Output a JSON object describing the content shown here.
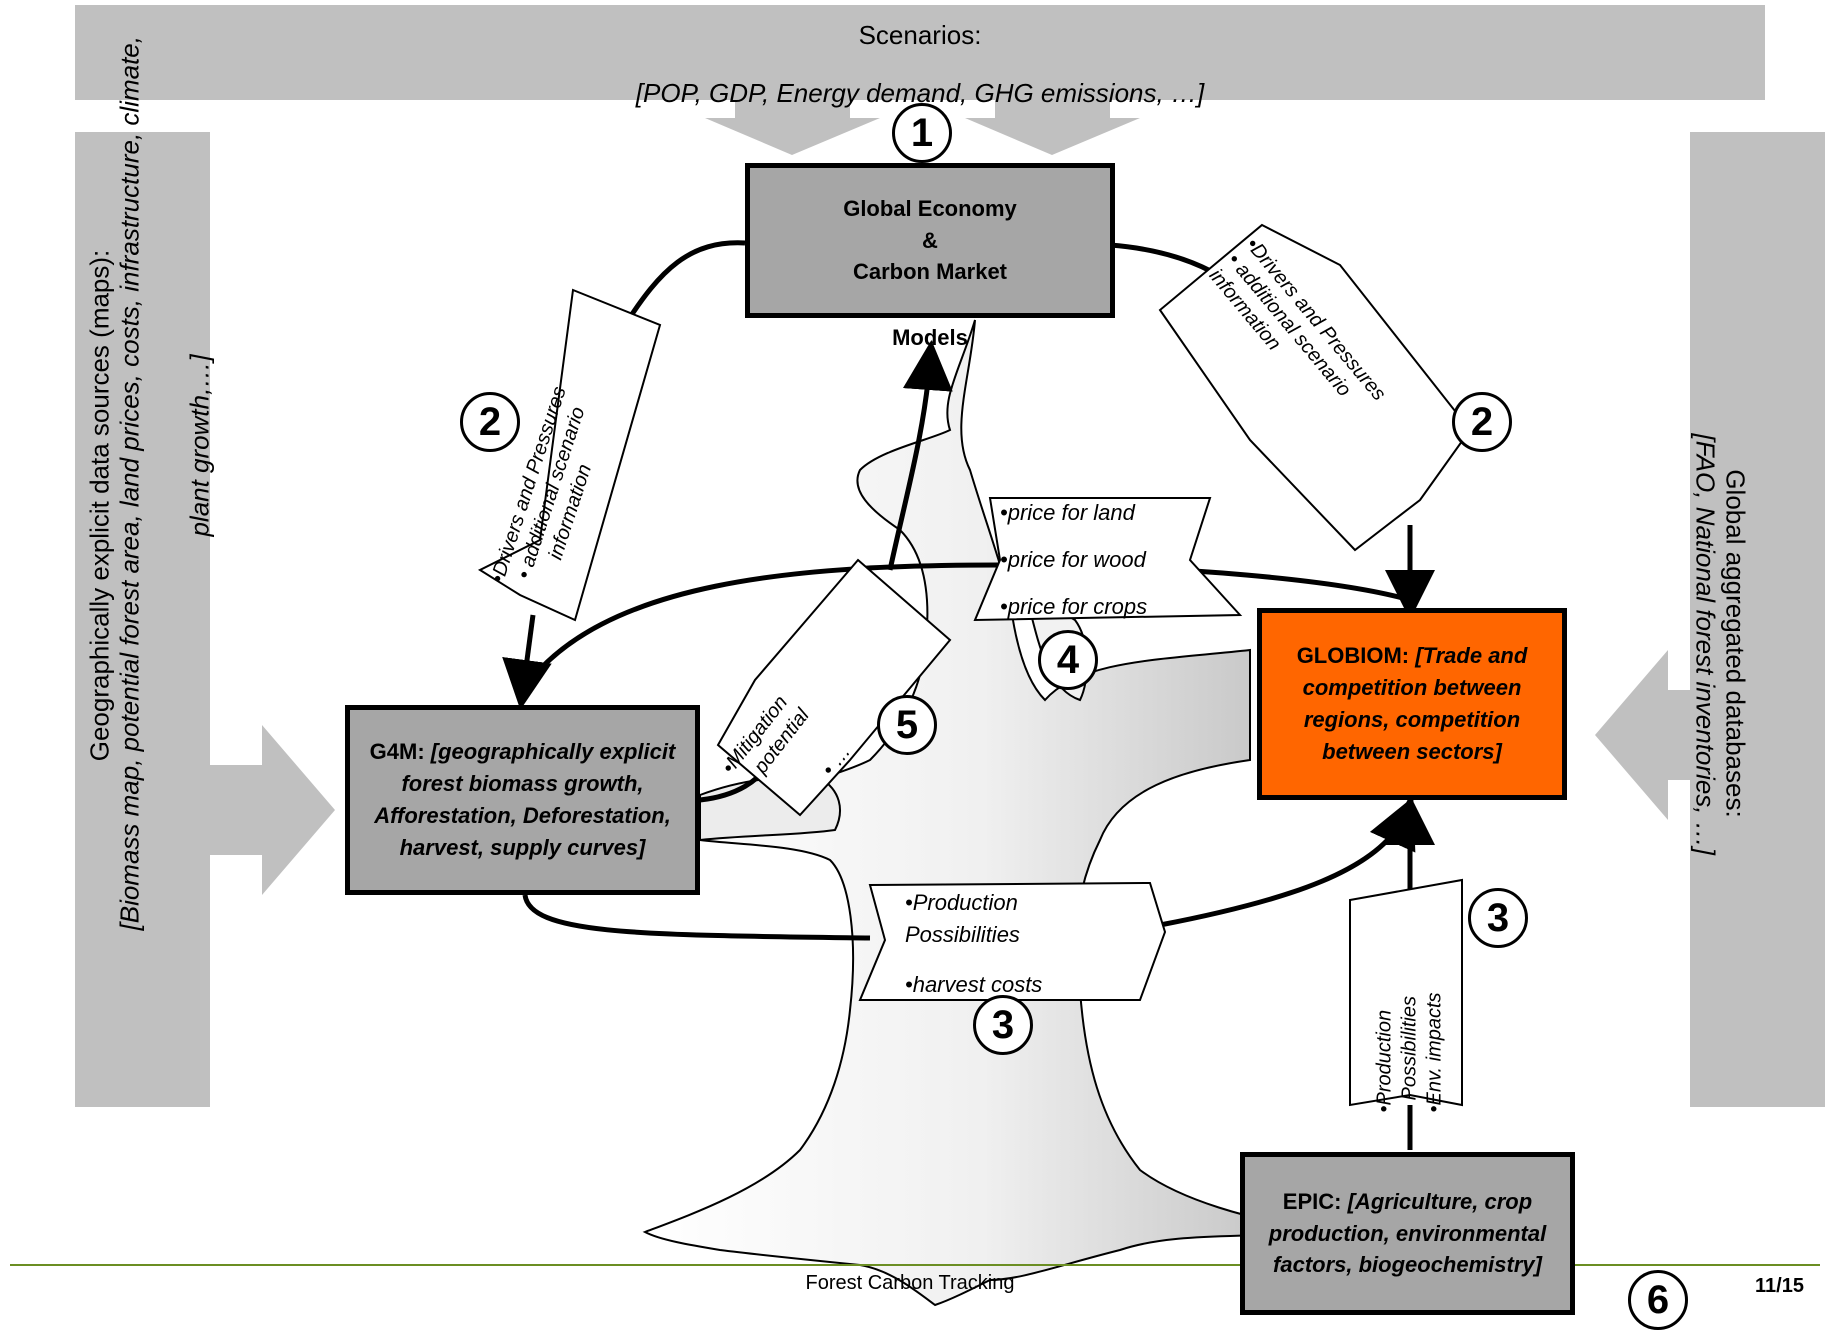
{
  "scenarios": {
    "title": "Scenarios:",
    "subtitle": "[POP, GDP, Energy demand, GHG emissions, …]"
  },
  "left_source": {
    "line1": "Geographically explicit data sources (maps):",
    "line2": "[Biomass map, potential forest area, land prices, costs, infrastructure, climate,",
    "line3": "plant growth,…]"
  },
  "right_source": {
    "line1": "Global aggregated databases:",
    "line2": "[FAO, National forest inventories, …]"
  },
  "global_economy": {
    "line1": "Global Economy",
    "line2": "&",
    "line3": "Carbon Market",
    "line4": "Models"
  },
  "g4m": {
    "head": "G4M:",
    "desc": "[geographically explicit forest biomass growth, Afforestation, Deforestation, harvest, supply curves]"
  },
  "globiom": {
    "head": "GLOBIOM:",
    "desc": "[Trade and competition between regions, competition between sectors]"
  },
  "epic": {
    "head": "EPIC:",
    "desc": "[Agriculture, crop production, environmental factors, biogeochemistry]"
  },
  "flow_left_2": {
    "line1": "•Drivers and Pressures",
    "line2": "• additional scenario",
    "line3": "information"
  },
  "flow_right_2": {
    "line1": "•Drivers and Pressures",
    "line2": "• additional scenario",
    "line3": "information"
  },
  "prices": {
    "land": "•price for land",
    "wood": "•price for wood",
    "crops": "•price for crops"
  },
  "mitigation": {
    "line1": "•Mitigation",
    "line2": "potential",
    "line3": "• …"
  },
  "production": {
    "line1": "•Production",
    "line2": "Possibilities",
    "line3": "•harvest costs"
  },
  "epic_flow": {
    "line1": "•Production",
    "line2": "Possibilities",
    "line3": "•Env. impacts"
  },
  "numbers": {
    "n1": "1",
    "n2a": "2",
    "n2b": "2",
    "n3a": "3",
    "n3b": "3",
    "n4": "4",
    "n5": "5",
    "n6": "6"
  },
  "footer": {
    "title": "Forest Carbon Tracking",
    "page": "11/15"
  },
  "colors": {
    "banner": "#c0c0c0",
    "box_gray": "#a6a6a6",
    "globiom": "#ff6600",
    "footer_line": "#6b8e23",
    "tree": "#eeeeee"
  }
}
